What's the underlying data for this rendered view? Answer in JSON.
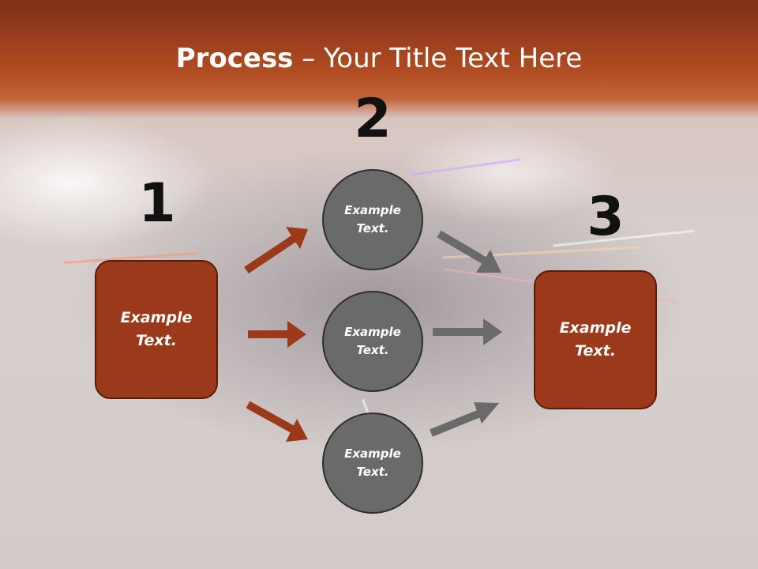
{
  "title": {
    "bold": "Process",
    "rest": " – Your Title Text Here"
  },
  "steps": [
    {
      "number": "1",
      "label_line1": "Example",
      "label_line2": "Text."
    },
    {
      "number": "2",
      "label_line1": "Example",
      "label_line2": "Text."
    },
    {
      "number": "3",
      "label_line1": "Example",
      "label_line2": "Text."
    }
  ],
  "circles": [
    {
      "label_line1": "Example",
      "label_line2": "Text."
    },
    {
      "label_line1": "Example",
      "label_line2": "Text."
    },
    {
      "label_line1": "Example",
      "label_line2": "Text."
    }
  ],
  "colors": {
    "box_fill": "#9b3a1a",
    "circle_fill": "#6a6a6a",
    "arrow_left": "#9b3a1a",
    "arrow_right": "#6a6a6a",
    "header": "#b14c22"
  }
}
